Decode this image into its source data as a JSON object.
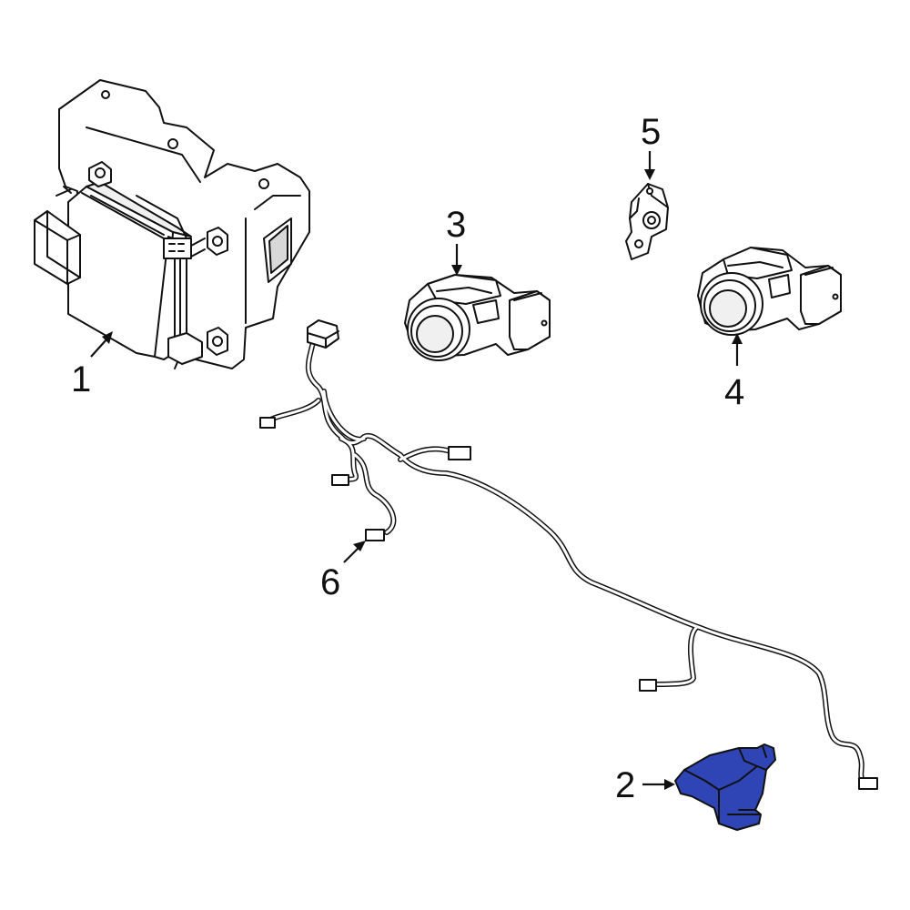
{
  "highlight_color": "#2f45b5",
  "callouts": [
    {
      "id": "1",
      "label": "1"
    },
    {
      "id": "2",
      "label": "2"
    },
    {
      "id": "3",
      "label": "3"
    },
    {
      "id": "4",
      "label": "4"
    },
    {
      "id": "5",
      "label": "5"
    },
    {
      "id": "6",
      "label": "6"
    }
  ]
}
